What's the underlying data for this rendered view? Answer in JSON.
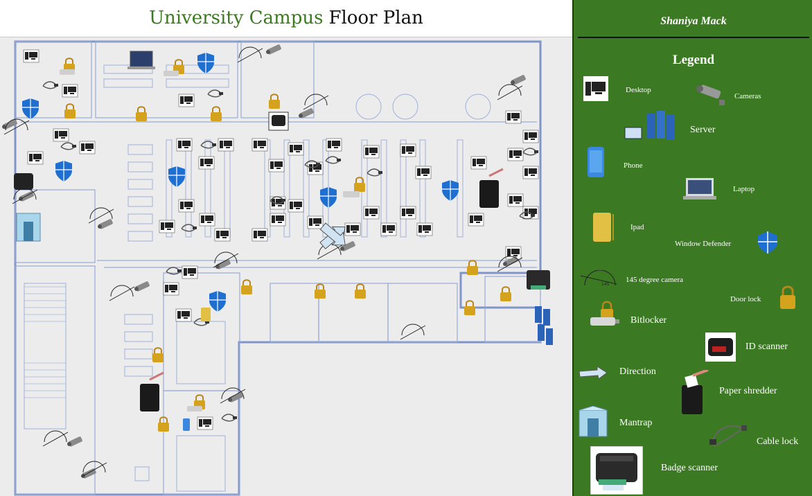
{
  "title": {
    "part1": "University Campus",
    "part2": "Floor Plan"
  },
  "legend": {
    "author": "Shaniya Mack",
    "heading": "Legend",
    "items": [
      {
        "label": "Desktop",
        "icon": "desktop-icon"
      },
      {
        "label": "Cameras",
        "icon": "camera-icon"
      },
      {
        "label": "Server",
        "icon": "server-icon"
      },
      {
        "label": "Phone",
        "icon": "phone-icon"
      },
      {
        "label": "Laptop",
        "icon": "laptop-icon"
      },
      {
        "label": "Ipad",
        "icon": "ipad-icon"
      },
      {
        "label": "Window Defender",
        "icon": "window-defender-icon"
      },
      {
        "label": "145 degree camera",
        "icon": "145-degree-camera-icon"
      },
      {
        "label": "Door lock",
        "icon": "door-lock-icon"
      },
      {
        "label": "Bitlocker",
        "icon": "bitlocker-icon"
      },
      {
        "label": "ID scanner",
        "icon": "id-scanner-icon"
      },
      {
        "label": "Direction",
        "icon": "direction-arrow-icon"
      },
      {
        "label": "Paper shredder",
        "icon": "paper-shredder-icon"
      },
      {
        "label": "Mantrap",
        "icon": "mantrap-icon"
      },
      {
        "label": "Cable lock",
        "icon": "cable-lock-icon"
      },
      {
        "label": "Badge scanner",
        "icon": "badge-scanner-icon"
      }
    ]
  },
  "plan": {
    "camera_angle_label": "145",
    "colors": {
      "background": "#ececec",
      "walls": "#7f95c8",
      "legend_bg": "#3b7a23",
      "title_green": "#3b7a1e",
      "defender_blue": "#1f6fd1",
      "lock_gold": "#d4a21c"
    }
  }
}
